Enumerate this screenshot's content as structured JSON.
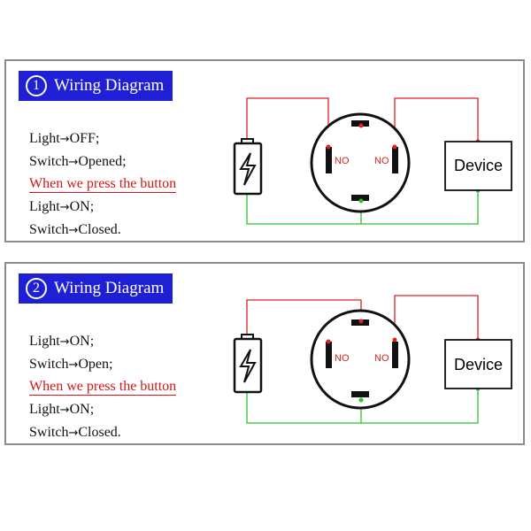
{
  "panels": [
    {
      "number": "1",
      "title": "Wiring Diagram",
      "lines": {
        "l1_a": "Light",
        "l1_b": "OFF;",
        "l2_a": "Switch",
        "l2_b": "Opened;",
        "l3": "When we press the button",
        "l4_a": "Light",
        "l4_b": "ON;",
        "l5_a": "Switch",
        "l5_b": "Closed."
      },
      "terminal_left": "NO",
      "terminal_right": "NO",
      "device": "Device"
    },
    {
      "number": "2",
      "title": "Wiring Diagram",
      "lines": {
        "l1_a": "Light",
        "l1_b": "ON;",
        "l2_a": "Switch",
        "l2_b": "Open;",
        "l3": "When we press the button",
        "l4_a": "Light",
        "l4_b": "ON;",
        "l5_a": "Switch",
        "l5_b": "Closed."
      },
      "terminal_left": "NO",
      "terminal_right": "NO",
      "device": "Device"
    }
  ],
  "arrow": "→",
  "colors": {
    "title_bg": "#1f1fd6",
    "wire_red": "#e02020",
    "wire_green": "#2fbf2f",
    "highlight_text": "#d31515"
  }
}
